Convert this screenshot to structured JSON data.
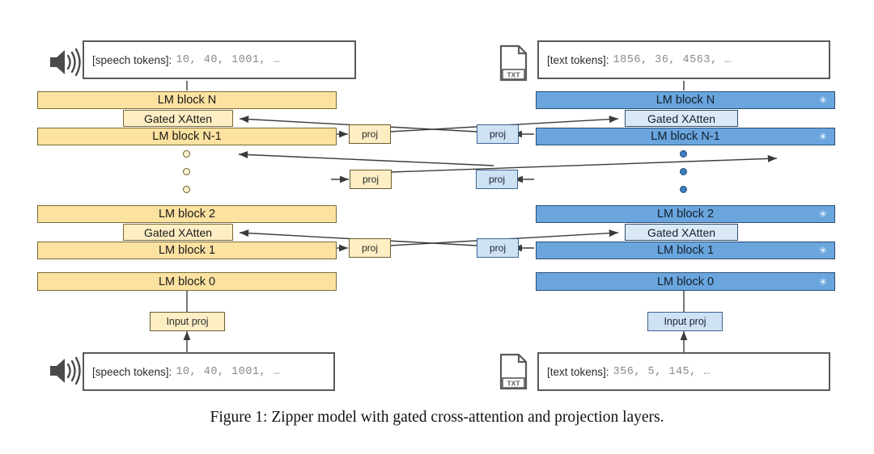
{
  "figure": {
    "caption": "Figure 1: Zipper model with gated cross-attention and projection layers."
  },
  "colors": {
    "speech_block": "#fce2a0",
    "speech_block_border": "#7a6a33",
    "speech_xatten": "#fdeec4",
    "speech_proj": "#fdeec4",
    "text_block": "#6aa5dd",
    "text_block_border": "#2b4f73",
    "text_xatten": "#dbe8f5",
    "text_proj": "#cfe2f4",
    "token_box_border": "#5a5a5a",
    "arrow": "#3b3b3b"
  },
  "speech_tower": {
    "modality": "speech",
    "icon": "speaker-icon",
    "output_tokens": {
      "label": "[speech tokens]:",
      "values": "10, 40, 1001, …"
    },
    "input_tokens": {
      "label": "[speech tokens]:",
      "values": "10, 40, 1001, …"
    },
    "input_proj_label": "Input proj",
    "blocks": [
      {
        "label": "LM block N",
        "frozen": false
      },
      {
        "label": "LM block N-1",
        "frozen": false
      },
      {
        "label": "LM block 2",
        "frozen": false
      },
      {
        "label": "LM block 1",
        "frozen": false
      },
      {
        "label": "LM block 0",
        "frozen": false
      }
    ],
    "xatten": [
      {
        "label": "Gated XAtten"
      },
      {
        "label": "Gated XAtten"
      }
    ],
    "proj": [
      {
        "label": "proj"
      },
      {
        "label": "proj"
      },
      {
        "label": "proj"
      }
    ],
    "ellipsis_dots": 3
  },
  "text_tower": {
    "modality": "text",
    "icon": "txt-file-icon",
    "output_tokens": {
      "label": "[text tokens]:",
      "values": "1856, 36, 4563, …"
    },
    "input_tokens": {
      "label": "[text tokens]:",
      "values": "356, 5, 145, …"
    },
    "input_proj_label": "Input proj",
    "frozen_marker": "✳",
    "blocks": [
      {
        "label": "LM block N",
        "frozen": true
      },
      {
        "label": "LM block N-1",
        "frozen": true
      },
      {
        "label": "LM block 2",
        "frozen": true
      },
      {
        "label": "LM block 1",
        "frozen": true
      },
      {
        "label": "LM block 0",
        "frozen": true
      }
    ],
    "xatten": [
      {
        "label": "Gated XAtten"
      },
      {
        "label": "Gated XAtten"
      }
    ],
    "proj": [
      {
        "label": "proj"
      },
      {
        "label": "proj"
      },
      {
        "label": "proj"
      }
    ],
    "ellipsis_dots": 3
  }
}
